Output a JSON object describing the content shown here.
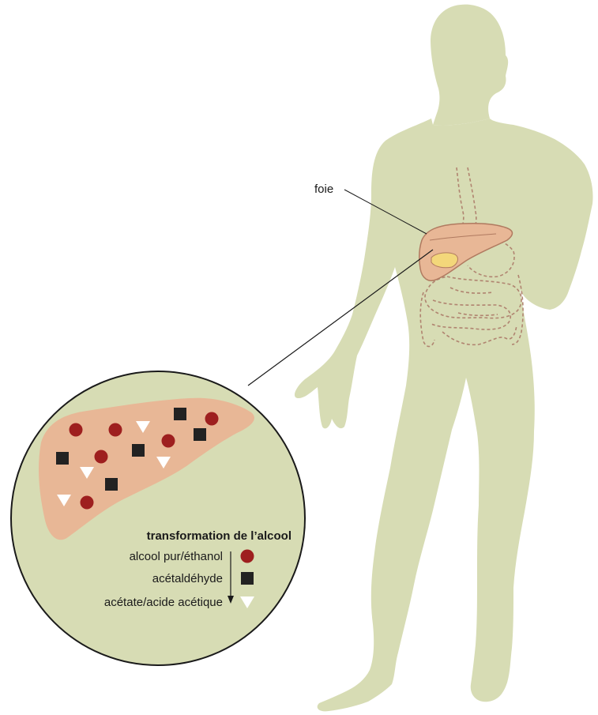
{
  "diagram": {
    "organ_label": "foie",
    "legend": {
      "title": "transformation de l’alcool",
      "items": [
        {
          "label": "alcool pur/éthanol",
          "marker": "circle"
        },
        {
          "label": "acétaldéhyde",
          "marker": "square"
        },
        {
          "label": "acétate/acide acétique",
          "marker": "triangle"
        }
      ]
    },
    "colors": {
      "body": "#d7dcb4",
      "liver": "#e8b796",
      "liver_outline": "#b07a60",
      "gallbladder": "#f3d77a",
      "ethanol": "#9e1f1f",
      "acetaldehyde": "#222222",
      "acetate": "#ffffff",
      "intestine_dash": "#b08470",
      "callout_line": "#1a1a1a"
    }
  }
}
